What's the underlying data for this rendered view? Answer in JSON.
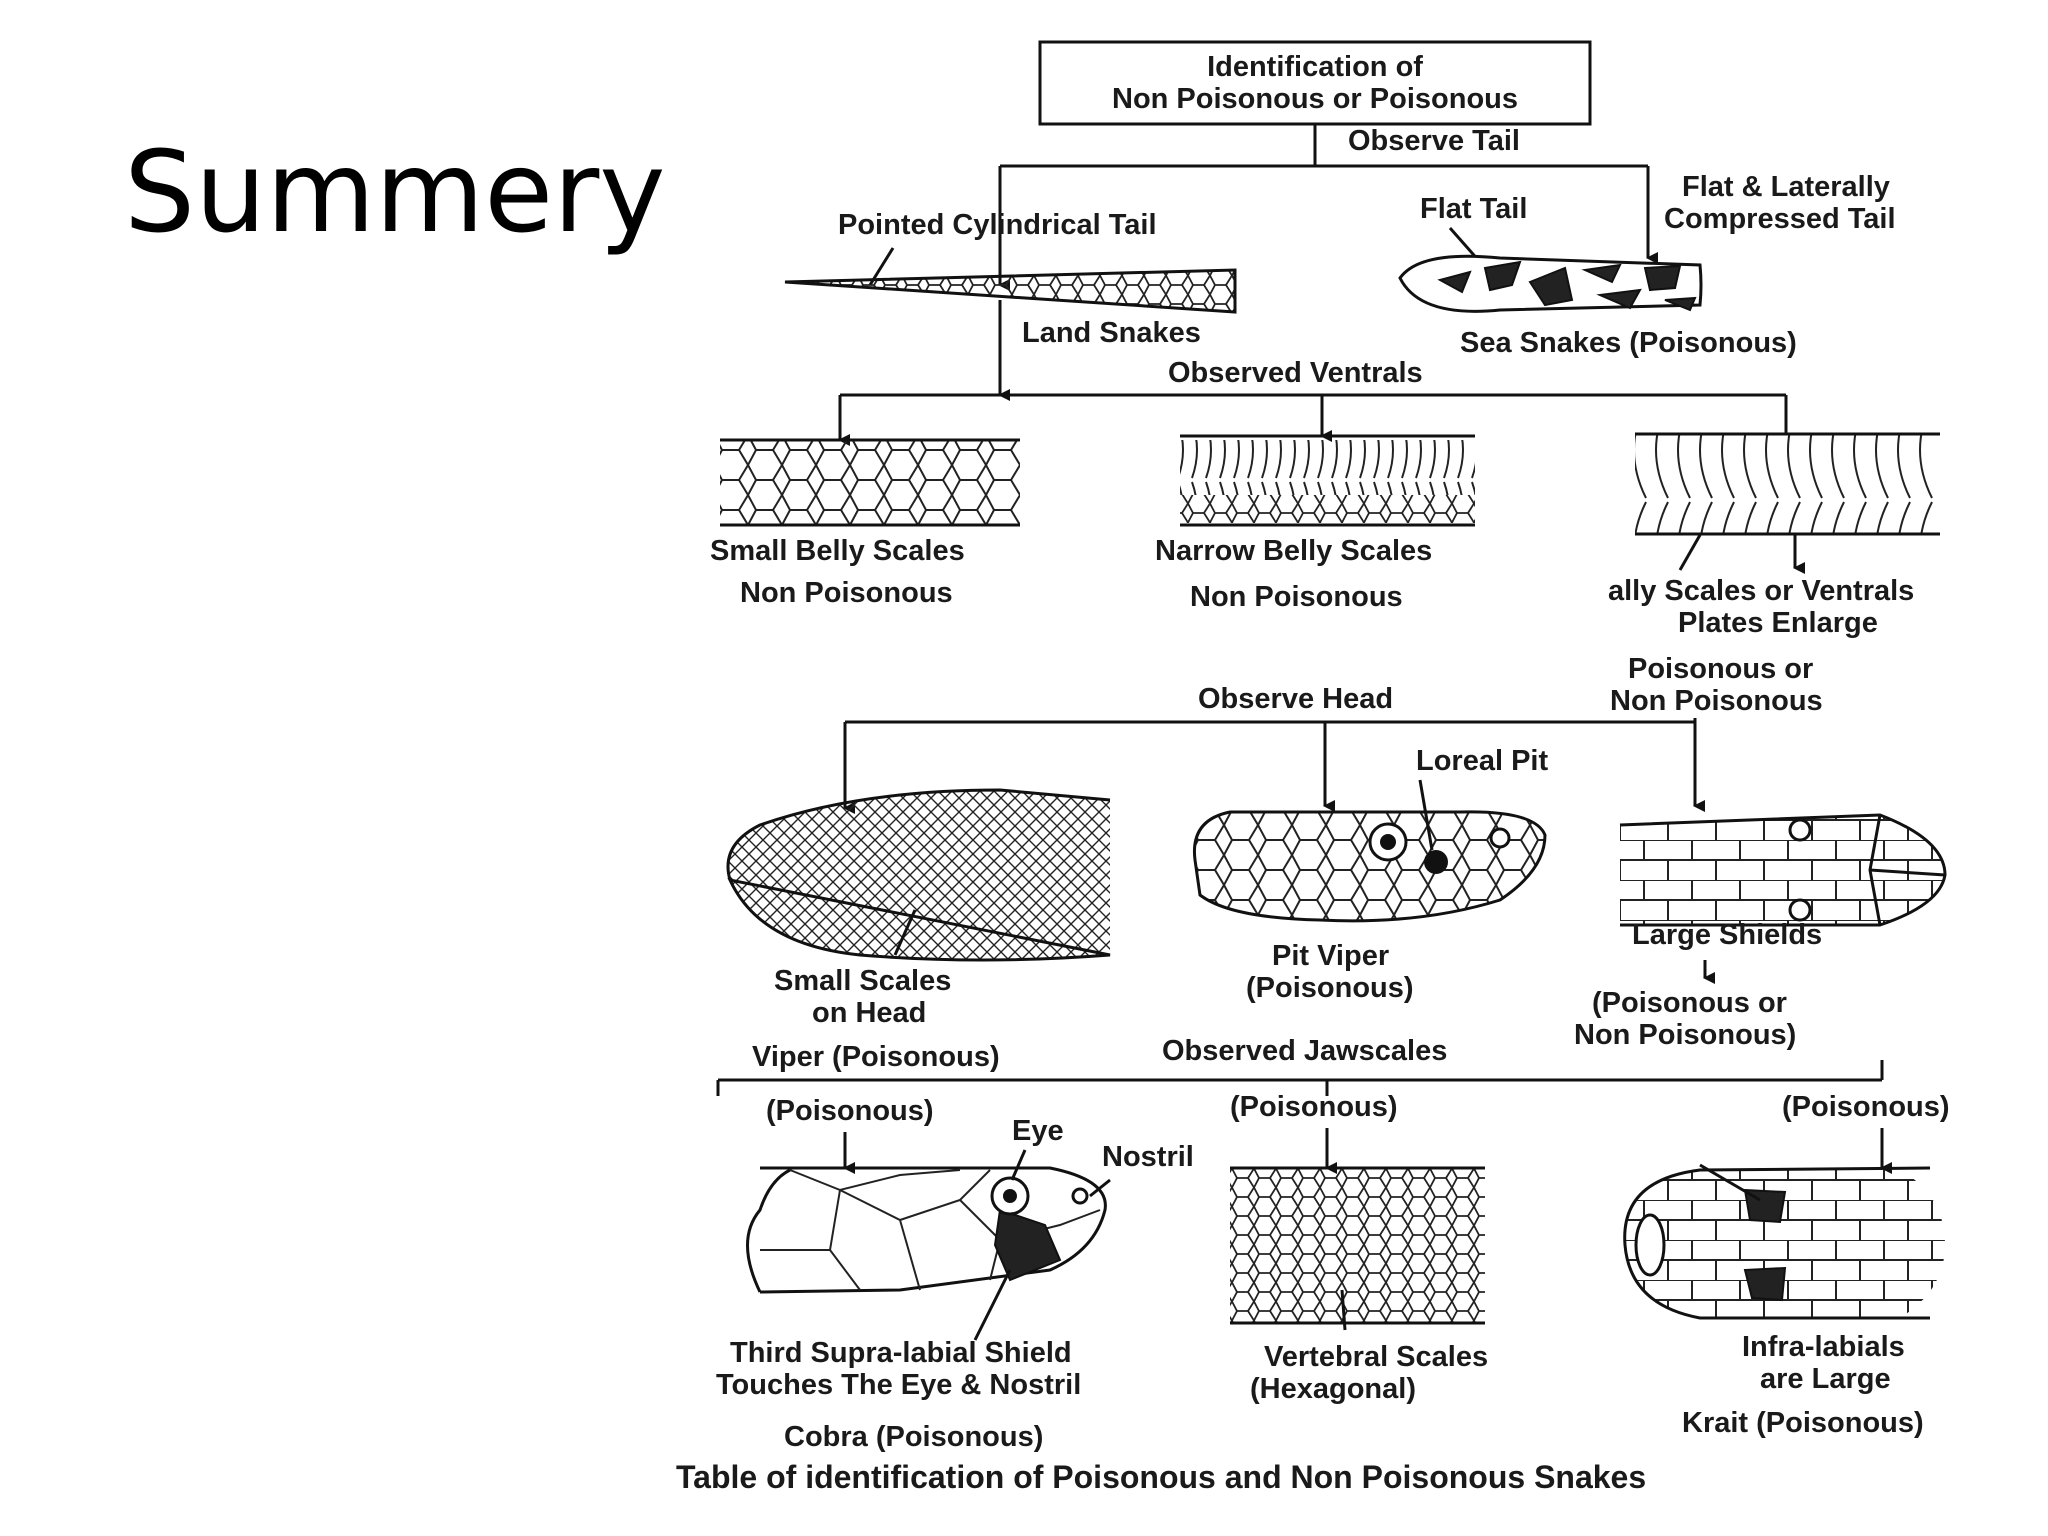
{
  "slide": {
    "title": "Summery"
  },
  "diagram": {
    "root": [
      "Identification of",
      "Non Poisonous or Poisonous"
    ],
    "observe_tail": "Observe Tail",
    "pointed_tail": "Pointed Cylindrical Tail",
    "flat_tail": "Flat Tail",
    "flat_lateral": [
      "Flat & Laterally",
      "Compressed Tail"
    ],
    "land_snakes": "Land Snakes",
    "sea_snakes": "Sea Snakes (Poisonous)",
    "observed_ventrals": "Observed Ventrals",
    "small_belly": [
      "Small Belly Scales",
      "Non Poisonous"
    ],
    "narrow_belly": [
      "Narrow Belly Scales",
      "Non Poisonous"
    ],
    "enlarged_ventrals": [
      "ally Scales or Ventrals",
      "Plates Enlarge"
    ],
    "poisonous_or_non": [
      "Poisonous or",
      "Non Poisonous"
    ],
    "observe_head": "Observe Head",
    "loreal_pit": "Loreal Pit",
    "small_scales_head": [
      "Small Scales",
      "on Head"
    ],
    "viper": "Viper (Poisonous)",
    "pit_viper": [
      "Pit Viper",
      "(Poisonous)"
    ],
    "large_shields": "Large Shields",
    "large_shields_result": [
      "(Poisonous or",
      "Non Poisonous)"
    ],
    "observed_jawscales": "Observed Jawscales",
    "poisonous_1": "(Poisonous)",
    "poisonous_2": "(Poisonous)",
    "poisonous_3": "(Poisonous)",
    "eye": "Eye",
    "nostril": "Nostril",
    "third_supra": [
      "Third Supra-labial Shield",
      "Touches The Eye & Nostril"
    ],
    "cobra": "Cobra (Poisonous)",
    "vertebral": "Vertebral  Scales",
    "hexagonal": "(Hexagonal)",
    "infra_labials": [
      "Infra-labials",
      "are Large"
    ],
    "krait": "Krait (Poisonous)",
    "caption": "Table of identification of Poisonous and Non Poisonous Snakes"
  }
}
